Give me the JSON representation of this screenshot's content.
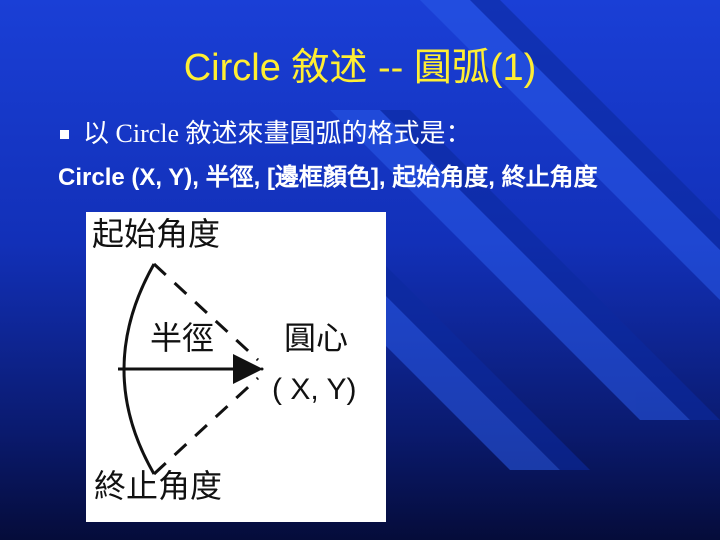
{
  "slide": {
    "title": "Circle 敘述 -- 圓弧(1)",
    "bullet": "以 Circle 敘述來畫圓弧的格式是：",
    "syntax": "Circle (X, Y), 半徑, [邊框顏色], 起始角度, 終止角度"
  },
  "figure": {
    "start_angle_label": "起始角度",
    "radius_label": "半徑",
    "center_label": "圓心",
    "center_coords": "( X, Y)",
    "end_angle_label": "終止角度"
  },
  "colors": {
    "title": "#ffee33",
    "text": "#ffffff",
    "background_top": "#1a3fd6",
    "background_bottom": "#050c3a"
  }
}
